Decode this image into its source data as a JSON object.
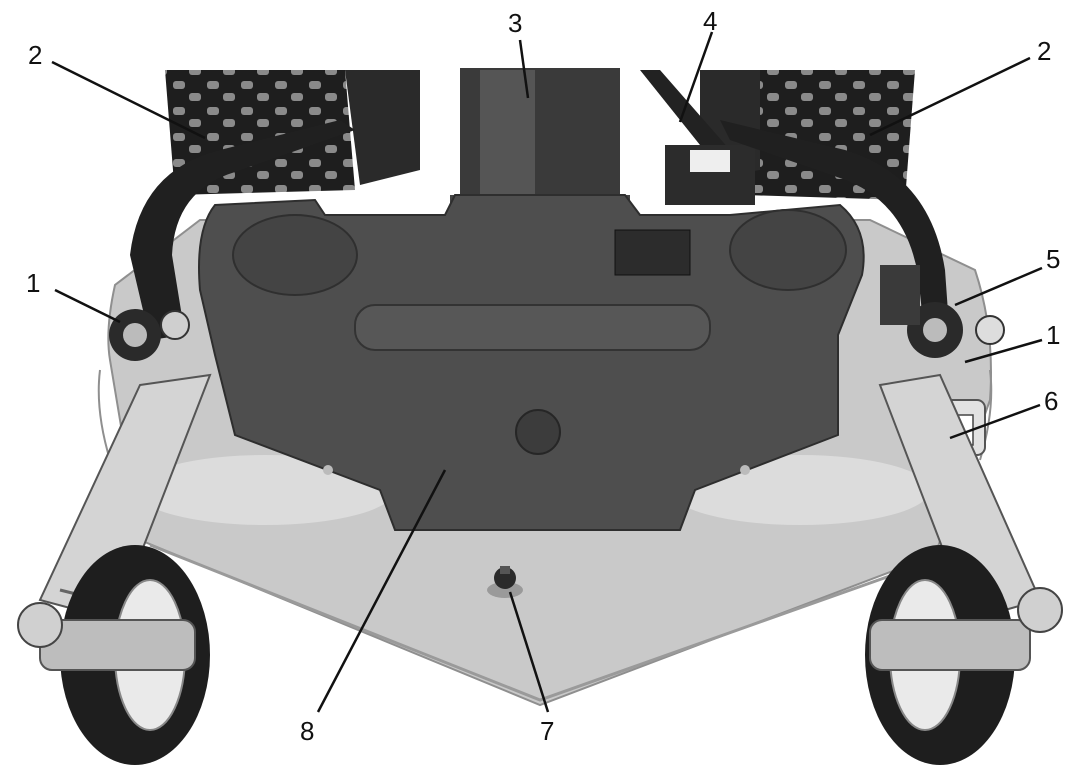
{
  "colors": {
    "background": "#ffffff",
    "cover": "#4e4e4e",
    "deck": "#c9c9c9",
    "tire": "#1e1e1e",
    "tread": "#8a8a8a",
    "leader": "#111111"
  },
  "callouts": [
    {
      "id": "1",
      "label": "1"
    },
    {
      "id": "2",
      "label": "2"
    },
    {
      "id": "3",
      "label": "3"
    },
    {
      "id": "4",
      "label": "4"
    },
    {
      "id": "2b",
      "label": "2"
    },
    {
      "id": "5",
      "label": "5"
    },
    {
      "id": "1b",
      "label": "1"
    },
    {
      "id": "6",
      "label": "6"
    },
    {
      "id": "8",
      "label": "8"
    },
    {
      "id": "7",
      "label": "7"
    }
  ]
}
